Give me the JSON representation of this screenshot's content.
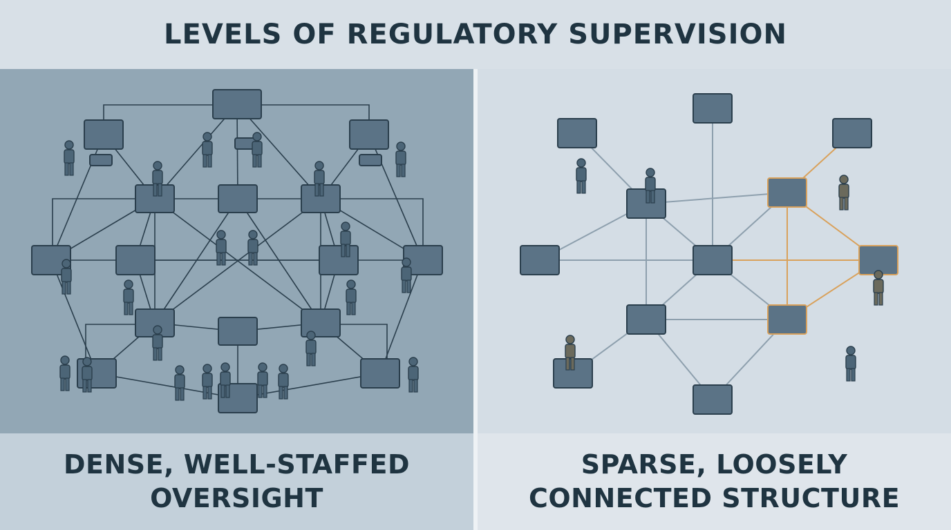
{
  "title": "LEVELS OF REGULATORY SUPERVISION",
  "left_panel": {
    "caption_line1": "DENSE, WELL-STAFFED",
    "caption_line2": "OVERSIGHT",
    "colors": {
      "background": "#92a7b5",
      "node": "#5b7386",
      "stroke": "#2a3e4c"
    }
  },
  "right_panel": {
    "caption_line1": "SPARSE, LOOSELY",
    "caption_line2": "CONNECTED STRUCTURE",
    "colors": {
      "background": "#d4dde5",
      "node": "#5b7386",
      "edge": "#8d9fad",
      "highlight": "#d9a15b"
    }
  },
  "icons": [
    "person-figure-icon",
    "network-node-icon",
    "arrow-icon"
  ]
}
